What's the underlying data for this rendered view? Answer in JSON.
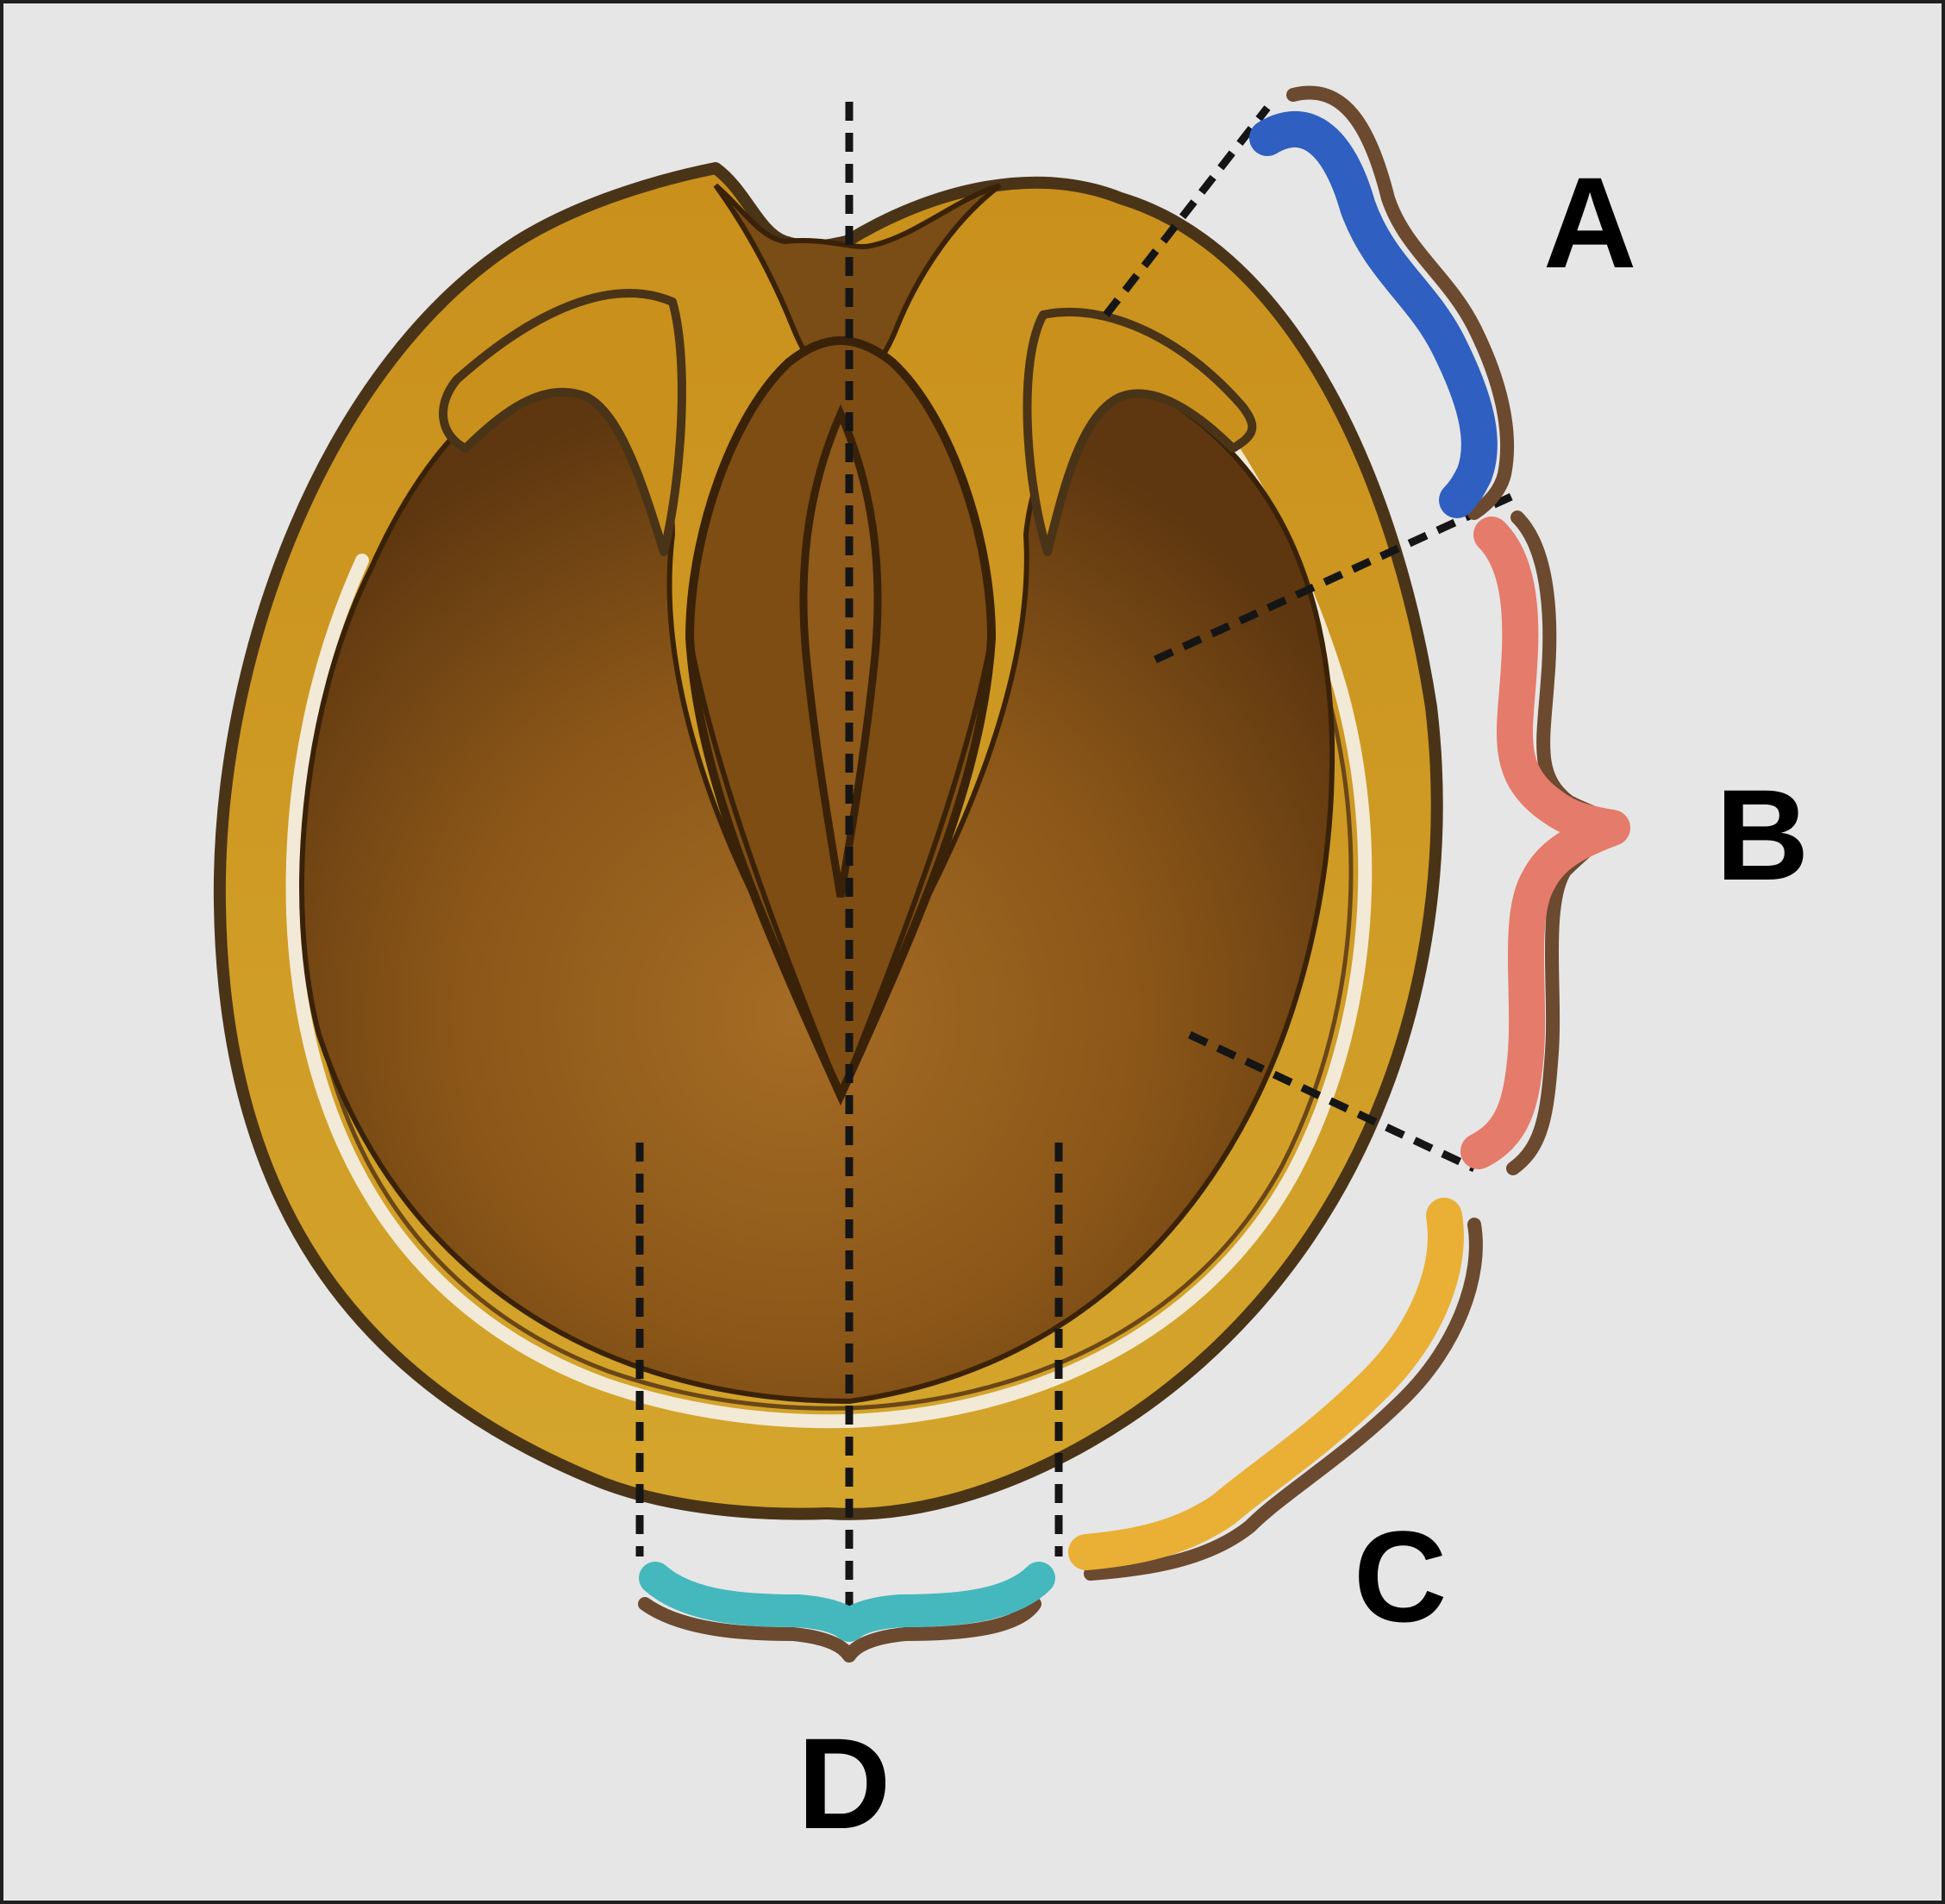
{
  "labels": {
    "a": "A",
    "b": "B",
    "c": "C",
    "d": "D"
  },
  "colors": {
    "background": "#e6e6e6",
    "frame": "#202020",
    "hoof_wall": "#c99a1e",
    "hoof_outline": "#4a3418",
    "sole": "#8a5a1e",
    "sole_dark": "#5a3510",
    "white_line": "#f2ead6",
    "band_outline": "#6b4a2f",
    "region_a": "#2f5fc0",
    "region_b": "#e57b6a",
    "region_c": "#e9b035",
    "region_d": "#45b8bd",
    "dash": "#151515"
  },
  "icons": {
    "main": "hoof-sole-illustration"
  }
}
